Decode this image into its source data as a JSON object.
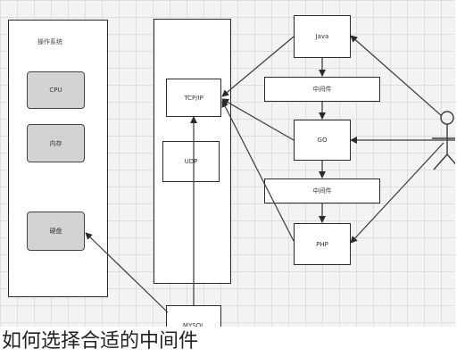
{
  "diagram": {
    "os_panel": {
      "title": "操作系统",
      "cpu": "CPU",
      "memory": "内存",
      "disk": "硬盘"
    },
    "server_panel": {
      "tcpip": "TCP/IP",
      "udp": "UDP",
      "mysql": "MYSQL"
    },
    "services": {
      "java": "Java",
      "middleware_1": "中间件",
      "go": "GO",
      "middleware_2": "中间件",
      "php": "PHP"
    }
  },
  "caption": "如何选择合适的中间件"
}
